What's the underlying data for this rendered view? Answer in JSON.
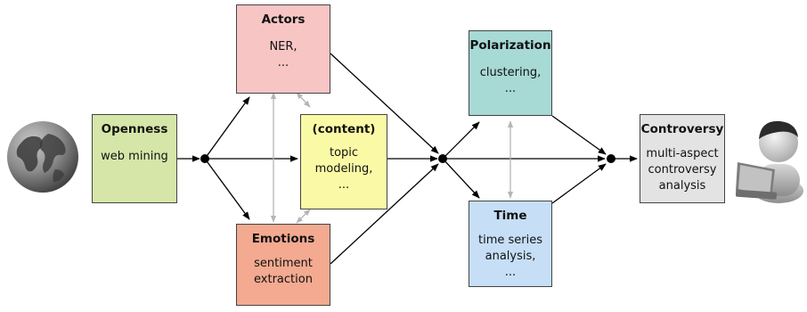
{
  "icons": {
    "input": "globe-icon",
    "output": "user-with-laptop-icon"
  },
  "boxes": {
    "openness": {
      "title": "Openness",
      "lines": [
        "web mining"
      ],
      "color": "#d5e6a8"
    },
    "actors": {
      "title": "Actors",
      "lines": [
        "NER,",
        "..."
      ],
      "color": "#f8c5c5"
    },
    "content": {
      "title": "(content)",
      "lines": [
        "topic",
        "modeling,",
        "..."
      ],
      "color": "#fafaa6"
    },
    "emotions": {
      "title": "Emotions",
      "lines": [
        "sentiment",
        "extraction"
      ],
      "color": "#f3aa90"
    },
    "polarization": {
      "title": "Polarization",
      "lines": [
        "clustering,",
        "..."
      ],
      "color": "#a7d9d5"
    },
    "time": {
      "title": "Time",
      "lines": [
        "time series",
        "analysis,",
        "..."
      ],
      "color": "#c6dff7"
    },
    "controversy": {
      "title": "Controversy",
      "lines": [
        "multi-aspect",
        "controversy",
        "analysis"
      ],
      "color": "#e3e3e3"
    }
  },
  "colors": {
    "arrow": "#000000",
    "relation_arrow": "#b5b5b5",
    "border": "#444444"
  }
}
